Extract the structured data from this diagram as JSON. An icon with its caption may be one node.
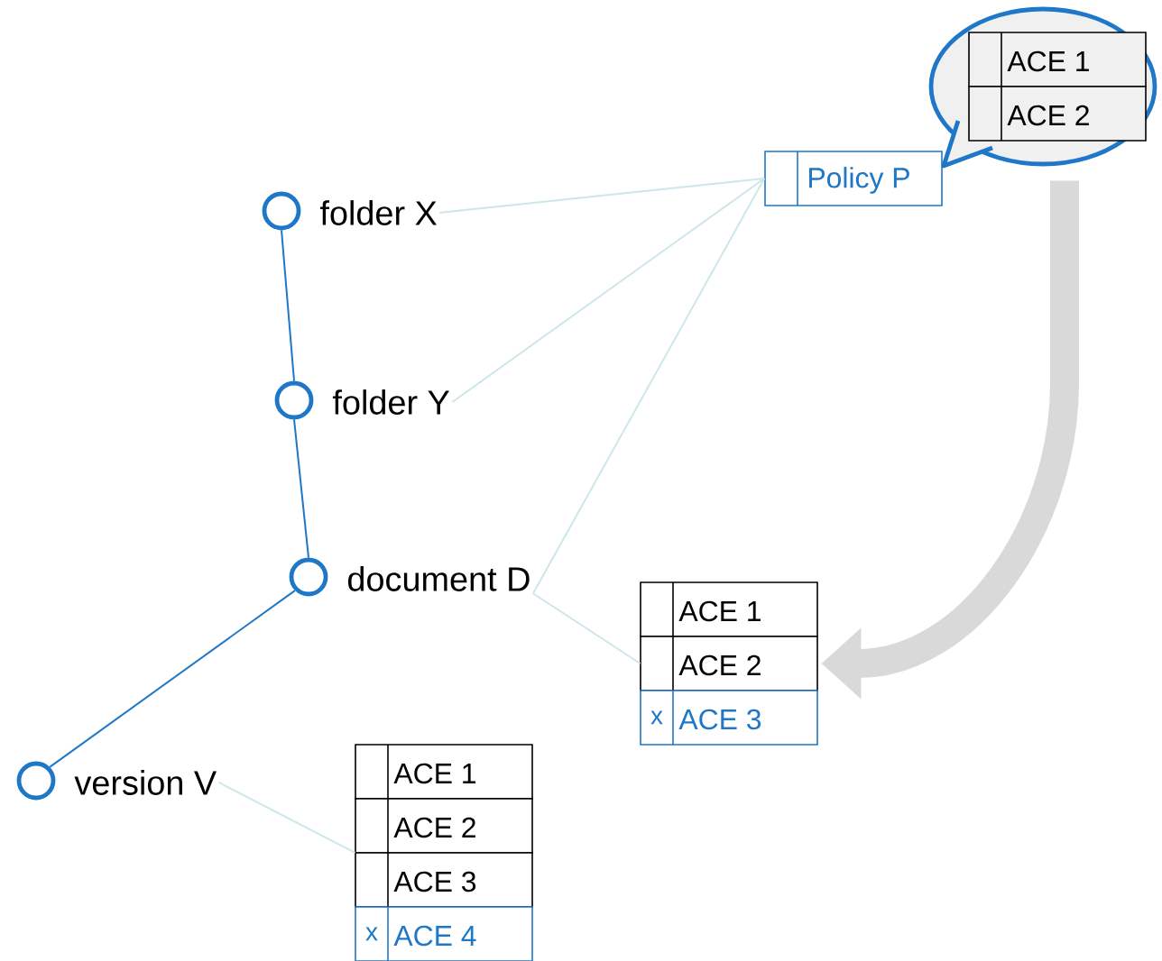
{
  "diagram": {
    "nodes": [
      {
        "text": [],
        "shape": "circle"
      },
      {
        "text": [
          "folder X"
        ]
      },
      {
        "text": [
          "Policy P"
        ]
      },
      {
        "text": [
          "ACE 1",
          "ACE 2"
        ]
      },
      {
        "text": [],
        "shape": "circle"
      },
      {
        "text": [
          "folder Y"
        ]
      },
      {
        "text": [],
        "shape": "circle"
      },
      {
        "text": [
          "document D"
        ]
      },
      {
        "text": [
          "ACE 1",
          "ACE 2",
          "x",
          "ACE 3"
        ]
      },
      {
        "text": [],
        "shape": "circle"
      },
      {
        "text": [
          "version V"
        ]
      },
      {
        "text": [
          "ACE 1",
          "ACE 2",
          "ACE 3",
          "x",
          "ACE 4"
        ]
      }
    ],
    "edges": [
      {
        "from": 0,
        "to": 4,
        "arrow": "none",
        "color": "#1f77c8"
      },
      {
        "from": 4,
        "to": 6,
        "arrow": "none",
        "color": "#1f77c8"
      },
      {
        "from": 6,
        "to": 9,
        "arrow": "none",
        "color": "#1f77c8"
      },
      {
        "from": 1,
        "to": 2,
        "arrow": "none"
      },
      {
        "from": 5,
        "to": 2,
        "arrow": "none"
      },
      {
        "from": 7,
        "to": 2,
        "arrow": "none"
      },
      {
        "from": 7,
        "to": 8,
        "arrow": "none"
      },
      {
        "from": 10,
        "to": 11,
        "arrow": "none"
      },
      {
        "from": 3,
        "to": 8,
        "arrow": "to",
        "style": "thick",
        "color": "#d9d9d9"
      }
    ]
  }
}
